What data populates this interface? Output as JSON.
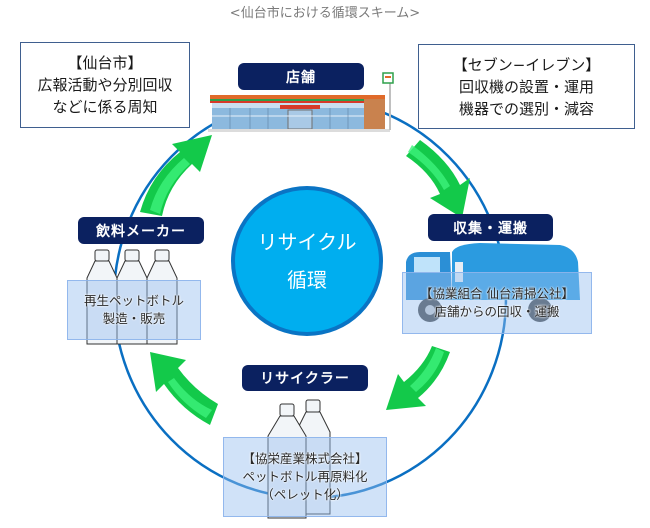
{
  "title": "<仙台市における循環スキーム>",
  "city_box": {
    "lines": [
      "【仙台市】",
      "広報活動や分別回収",
      "などに係る周知"
    ]
  },
  "seven_box": {
    "lines": [
      "【セブン−イレブン】",
      "回収機の設置・運用",
      "機器での選別・減容"
    ]
  },
  "center": {
    "lines": [
      "リサイクル",
      "循環"
    ],
    "fill_color": "#00aeef",
    "ring_color": "#0a74c4"
  },
  "stages": [
    {
      "id": "store",
      "label": "店舗",
      "image": "convenience-store"
    },
    {
      "id": "collection",
      "label": "収集・運搬",
      "image": "garbage-truck",
      "desc": [
        "【協業組合 仙台清掃公社】",
        "店舗からの回収・運搬"
      ]
    },
    {
      "id": "recycler",
      "label": "リサイクラー",
      "image": "pet-bottles-two",
      "desc": [
        "【協栄産業株式会社】",
        "ペットボトル再原料化",
        "（ペレット化）"
      ]
    },
    {
      "id": "maker",
      "label": "飲料メーカー",
      "image": "pet-bottles-three",
      "desc": [
        "再生ペットボトル",
        "製造・販売"
      ]
    }
  ],
  "colors": {
    "label_bg": "#0b2160",
    "cycle_line": "#0a6fc2",
    "arrow": "#13c94a",
    "arrow_light": "#3df27a",
    "box_border": "#3f5f8f"
  }
}
